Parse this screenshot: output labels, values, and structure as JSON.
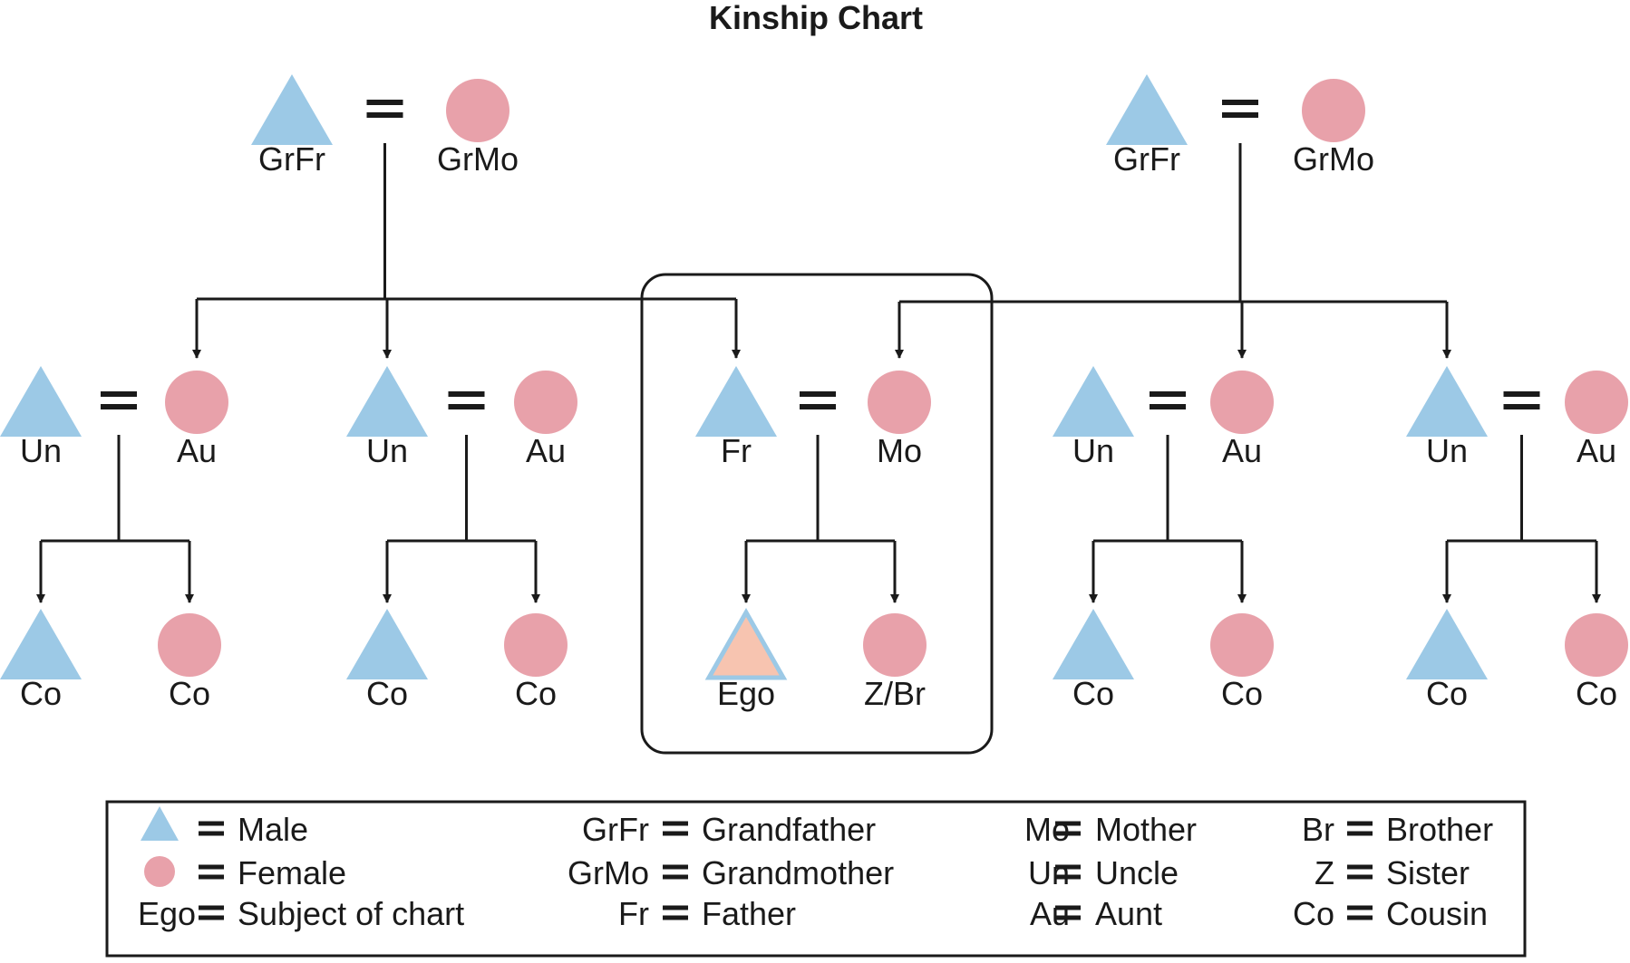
{
  "title": "Kinship Chart",
  "colors": {
    "male": "#9cc9e6",
    "female": "#e8a1aa",
    "ego_fill": "#f7c4b0",
    "ego_stroke": "#9cc9e6",
    "line": "#1a1a1a"
  },
  "marriage_symbol": "=",
  "nodes": {
    "pgf": {
      "label": "GrFr",
      "sex": "male"
    },
    "pgm": {
      "label": "GrMo",
      "sex": "female"
    },
    "mgf": {
      "label": "GrFr",
      "sex": "male"
    },
    "mgm": {
      "label": "GrMo",
      "sex": "female"
    },
    "un1": {
      "label": "Un",
      "sex": "male"
    },
    "au1": {
      "label": "Au",
      "sex": "female"
    },
    "un2": {
      "label": "Un",
      "sex": "male"
    },
    "au2": {
      "label": "Au",
      "sex": "female"
    },
    "fr": {
      "label": "Fr",
      "sex": "male"
    },
    "mo": {
      "label": "Mo",
      "sex": "female"
    },
    "un3": {
      "label": "Un",
      "sex": "male"
    },
    "au3": {
      "label": "Au",
      "sex": "female"
    },
    "un4": {
      "label": "Un",
      "sex": "male"
    },
    "au4": {
      "label": "Au",
      "sex": "female"
    },
    "co1": {
      "label": "Co",
      "sex": "male"
    },
    "co2": {
      "label": "Co",
      "sex": "female"
    },
    "co3": {
      "label": "Co",
      "sex": "male"
    },
    "co4": {
      "label": "Co",
      "sex": "female"
    },
    "ego": {
      "label": "Ego",
      "sex": "ego"
    },
    "zbr": {
      "label": "Z/Br",
      "sex": "female"
    },
    "co5": {
      "label": "Co",
      "sex": "male"
    },
    "co6": {
      "label": "Co",
      "sex": "female"
    },
    "co7": {
      "label": "Co",
      "sex": "male"
    },
    "co8": {
      "label": "Co",
      "sex": "female"
    }
  },
  "marriages": [
    [
      "pgf",
      "pgm"
    ],
    [
      "mgf",
      "mgm"
    ],
    [
      "un1",
      "au1"
    ],
    [
      "un2",
      "au2"
    ],
    [
      "fr",
      "mo"
    ],
    [
      "un3",
      "au3"
    ],
    [
      "un4",
      "au4"
    ]
  ],
  "descent": [
    {
      "from": [
        "pgf",
        "pgm"
      ],
      "to": [
        "au1",
        "un2",
        "fr"
      ]
    },
    {
      "from": [
        "mgf",
        "mgm"
      ],
      "to": [
        "mo",
        "au3",
        "un4"
      ]
    },
    {
      "from": [
        "un1",
        "au1"
      ],
      "to": [
        "co1",
        "co2"
      ]
    },
    {
      "from": [
        "un2",
        "au2"
      ],
      "to": [
        "co3",
        "co4"
      ]
    },
    {
      "from": [
        "fr",
        "mo"
      ],
      "to": [
        "ego",
        "zbr"
      ]
    },
    {
      "from": [
        "un3",
        "au3"
      ],
      "to": [
        "co5",
        "co6"
      ]
    },
    {
      "from": [
        "un4",
        "au4"
      ],
      "to": [
        "co7",
        "co8"
      ]
    }
  ],
  "legend": {
    "symbols": [
      {
        "icon": "male",
        "text": "Male"
      },
      {
        "icon": "female",
        "text": "Female"
      }
    ],
    "col1": [
      {
        "key": "Ego",
        "value": "Subject of chart"
      }
    ],
    "col2": [
      {
        "key": "GrFr",
        "value": "Grandfather"
      },
      {
        "key": "GrMo",
        "value": "Grandmother"
      },
      {
        "key": "Fr",
        "value": "Father"
      }
    ],
    "col3": [
      {
        "key": "Mo",
        "value": "Mother"
      },
      {
        "key": "Un",
        "value": "Uncle"
      },
      {
        "key": "Au",
        "value": "Aunt"
      }
    ],
    "col4": [
      {
        "key": "Br",
        "value": "Brother"
      },
      {
        "key": "Z",
        "value": "Sister"
      },
      {
        "key": "Co",
        "value": "Cousin"
      }
    ]
  }
}
